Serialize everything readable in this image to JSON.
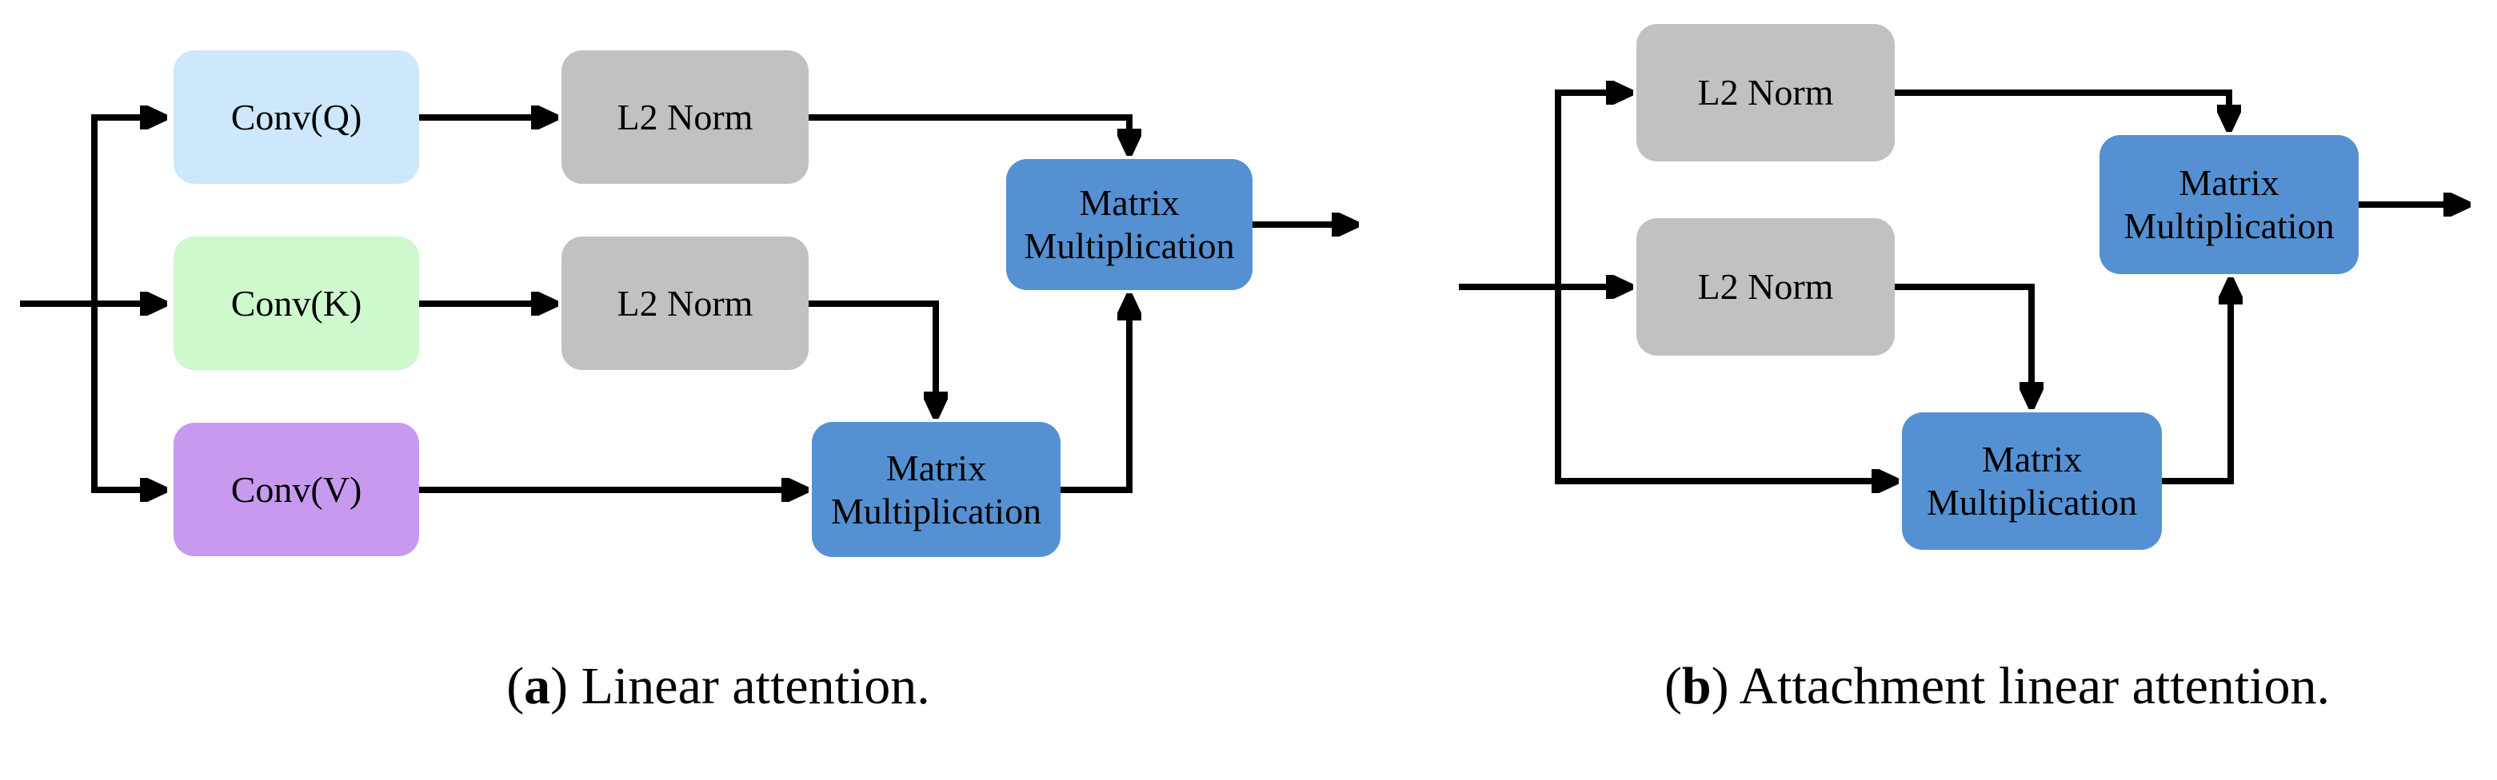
{
  "colors": {
    "background": "#ffffff",
    "conv_q_fill": "#cce8fa",
    "conv_k_fill": "#cdf9cd",
    "conv_v_fill": "#c89aef",
    "l2_norm_fill": "#c1c1c1",
    "matmul_fill": "#5591d2",
    "line": "#000000",
    "label_text": "#000000"
  },
  "diagram_a": {
    "caption": {
      "paren_open": "(",
      "marker": "a",
      "paren_close": ")",
      "text": " Linear attention."
    },
    "nodes": {
      "conv_q": {
        "label": "Conv(Q)"
      },
      "conv_k": {
        "label": "Conv(K)"
      },
      "conv_v": {
        "label": "Conv(V)"
      },
      "l2_norm_q": {
        "label": "L2 Norm"
      },
      "l2_norm_k": {
        "label": "L2 Norm"
      },
      "matmul_kv": {
        "line1": "Matrix",
        "line2": "Multiplication"
      },
      "matmul_qk": {
        "line1": "Matrix",
        "line2": "Multiplication"
      }
    }
  },
  "diagram_b": {
    "caption": {
      "paren_open": "(",
      "marker": "b",
      "paren_close": ")",
      "text": " Attachment linear attention."
    },
    "nodes": {
      "l2_norm_top": {
        "label": "L2 Norm"
      },
      "l2_norm_bottom": {
        "label": "L2 Norm"
      },
      "matmul_top": {
        "line1": "Matrix",
        "line2": "Multiplication"
      },
      "matmul_bottom": {
        "line1": "Matrix",
        "line2": "Multiplication"
      }
    }
  }
}
